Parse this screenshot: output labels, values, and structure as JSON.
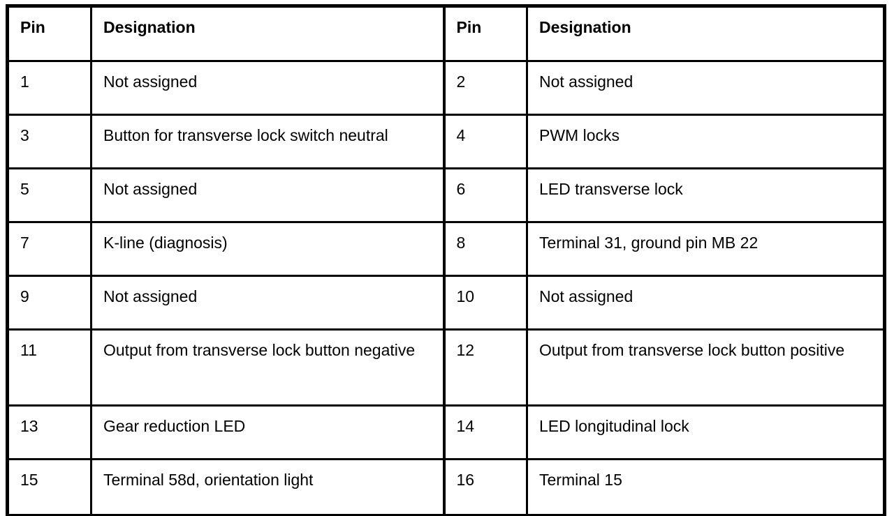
{
  "table": {
    "headers": [
      "Pin",
      "Designation",
      "Pin",
      "Designation"
    ],
    "rows": [
      [
        "1",
        "Not assigned",
        "2",
        "Not assigned"
      ],
      [
        "3",
        "Button for transverse lock switch neutral",
        "4",
        "PWM locks"
      ],
      [
        "5",
        "Not assigned",
        "6",
        "LED transverse lock"
      ],
      [
        "7",
        "K-line (diagnosis)",
        "8",
        "Terminal 31, ground pin MB 22"
      ],
      [
        "9",
        "Not assigned",
        "10",
        "Not assigned"
      ],
      [
        "11",
        "Output from transverse lock button negative",
        "12",
        "Output from transverse lock button positive"
      ],
      [
        "13",
        "Gear reduction LED",
        "14",
        "LED longitudinal lock"
      ],
      [
        "15",
        "Terminal 58d, orientation light",
        "16",
        "Terminal 15"
      ]
    ],
    "colors": {
      "border": "#000000",
      "text": "#000000",
      "background": "#ffffff"
    }
  }
}
